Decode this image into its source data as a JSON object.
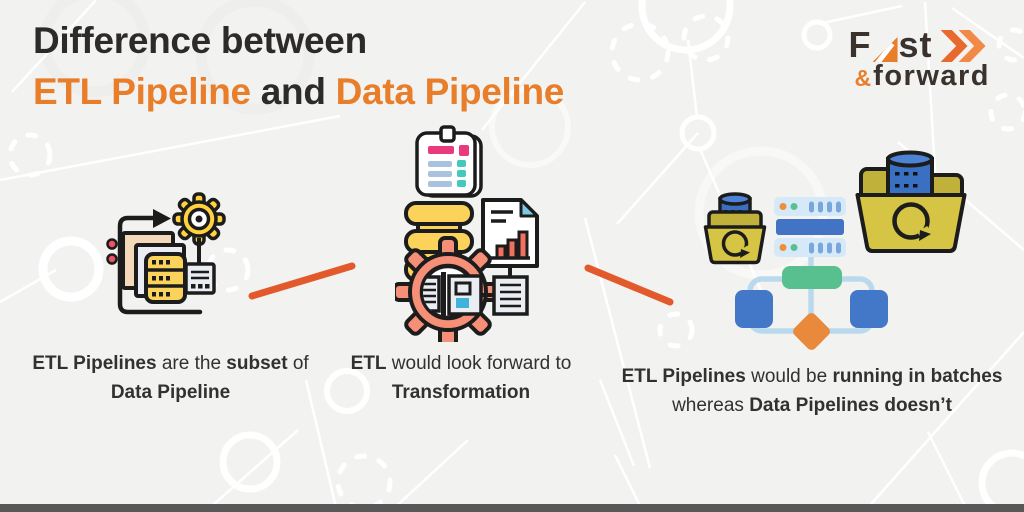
{
  "theme": {
    "background": "#f2f2f1",
    "title_dark": "#2d2b29",
    "accent_orange": "#e87d2a",
    "connector_orange": "#e2592b",
    "caption_color": "#313131",
    "footer_bar_color": "#585858",
    "brand_dark": "#3a322d"
  },
  "icon_palette": {
    "outline_black": "#1c1c1c",
    "yellow": "#fbd35b",
    "tan_paper": "#f3d9ba",
    "light_gray": "#eaedf1",
    "red_dot": "#ef5361",
    "salmon_gear": "#f68f77",
    "pink": "#e83a7c",
    "teal": "#45c8be",
    "blue_gray_bar": "#a9c3de",
    "doc_corner_blue": "#7ec8e3",
    "chart_bar_salmon": "#f1705f",
    "folder_mustard": "#d6c545",
    "folder_flap": "#c0b13a",
    "db_blue": "#3a70c2",
    "server_light_blue": "#d6e9f8",
    "server_band_blue": "#4273c4",
    "flow_line_blue": "#bbd9ec",
    "flow_green": "#57c08e",
    "flow_blue": "#4377c8",
    "flow_diamond_orange": "#e8893c"
  },
  "header": {
    "title_line1": "Difference between",
    "title_line2_segments": [
      {
        "text": "ETL Pipeline",
        "class": "orange"
      },
      {
        "text": " and "
      },
      {
        "text": "Data Pipeline",
        "class": "orange"
      }
    ]
  },
  "brand": {
    "letter_f": "F",
    "letters_st": "st",
    "ampersand": "&",
    "word_bottom": "forward"
  },
  "columns": [
    {
      "icon": "documents-server-gear",
      "caption_segments": [
        {
          "text": "ETL Pipelines",
          "class": "bold"
        },
        {
          "text": " are the "
        },
        {
          "text": "subset",
          "class": "bold"
        },
        {
          "text": " of "
        },
        {
          "text": "Data Pipeline",
          "class": "bold"
        }
      ]
    },
    {
      "icon": "database-gear-transformation",
      "caption_segments": [
        {
          "text": "ETL",
          "class": "bold"
        },
        {
          "text": " would look forward to "
        },
        {
          "text": "Transformation",
          "class": "bold"
        }
      ]
    },
    {
      "icon": "folders-server-flowchart",
      "caption_segments": [
        {
          "text": "ETL Pipelines",
          "class": "bold"
        },
        {
          "text": " would be "
        },
        {
          "text": "running in batches",
          "class": "bold"
        },
        {
          "text": " whereas "
        },
        {
          "text": "Data Pipelines doesn’t",
          "class": "bold"
        }
      ]
    }
  ]
}
